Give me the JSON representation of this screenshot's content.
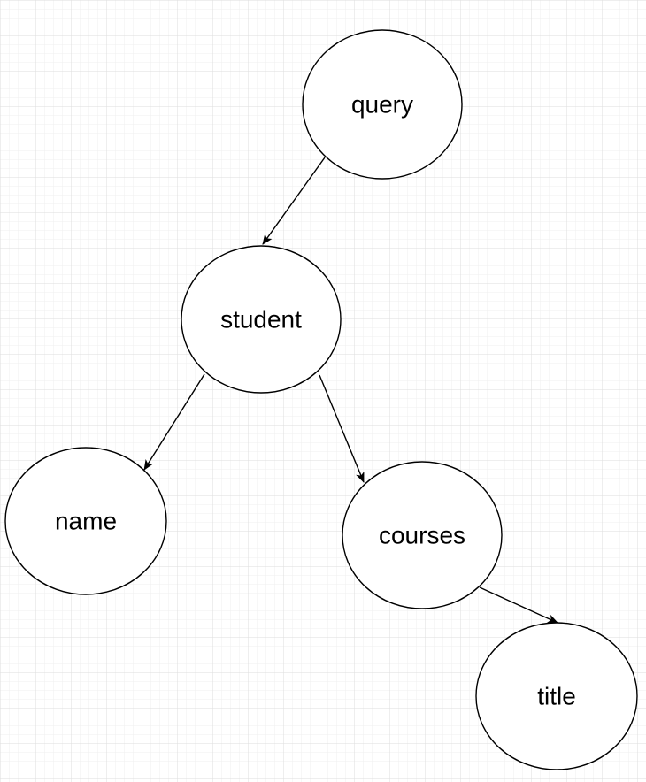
{
  "colors": {
    "background": "#ffffff",
    "grid_minor": "#eeeeee",
    "grid_major": "#dedede",
    "stroke": "#000000"
  },
  "nodes": {
    "query": {
      "label": "query"
    },
    "student": {
      "label": "student"
    },
    "name": {
      "label": "name"
    },
    "courses": {
      "label": "courses"
    },
    "title": {
      "label": "title"
    }
  },
  "edges": [
    {
      "from": "query",
      "to": "student"
    },
    {
      "from": "student",
      "to": "name"
    },
    {
      "from": "student",
      "to": "courses"
    },
    {
      "from": "courses",
      "to": "title"
    }
  ]
}
